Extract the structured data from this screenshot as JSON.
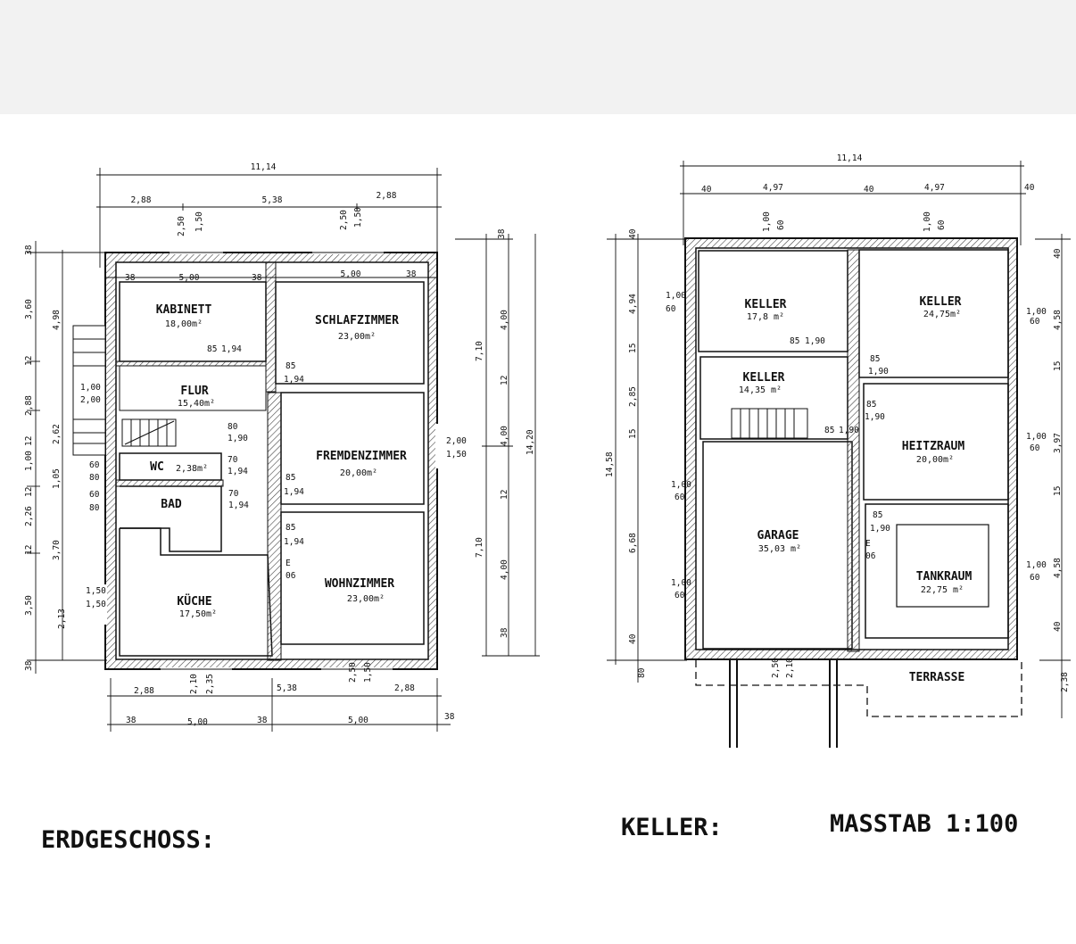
{
  "erdgeschoss": {
    "title": "ERDGESCHOSS:",
    "rooms": {
      "kabinett": {
        "name": "KABINETT",
        "area": "18,00m²"
      },
      "schlafzimmer": {
        "name": "SCHLAFZIMMER",
        "area": "23,00m²"
      },
      "flur": {
        "name": "FLUR",
        "area": "15,40m²"
      },
      "fremdenzimmer": {
        "name": "FREMDENZIMMER",
        "area": "20,00m²"
      },
      "wc": {
        "name": "WC",
        "area": "2,38m²"
      },
      "bad": {
        "name": "BAD",
        "area": ""
      },
      "kueche": {
        "name": "KÜCHE",
        "area": "17,50m²"
      },
      "wohnzimmer": {
        "name": "WOHNZIMMER",
        "area": "23,00m²"
      }
    },
    "dims": {
      "total_width": "11,14",
      "top_a": "2,88",
      "top_b": "5,38",
      "top_c": "2,88",
      "win_kab_a": "2,50",
      "win_kab_b": "1,50",
      "win_sch_a": "2,50",
      "win_sch_b": "1,50",
      "int_38a": "38",
      "int_500a": "5,00",
      "int_38b": "38",
      "int_500b": "5,00",
      "int_38c": "38",
      "left_38": "38",
      "left_360": "3,60",
      "left_12a": "12",
      "left_288": "2,88",
      "left_12b": "12",
      "left_100": "1,00",
      "left_12c": "12",
      "left_226": "2,26",
      "left_12d": "12",
      "left_350": "3,50",
      "left_38b": "38",
      "left_498": "4,98",
      "left_262": "2,62",
      "left_105": "1,05",
      "left_370": "3,70",
      "left_213": "2,13",
      "flur_door_a": "1,00",
      "flur_door_b": "2,00",
      "door_kab_a": "85",
      "door_kab_b": "1,94",
      "door_sch_a": "85",
      "door_sch_b": "1,94",
      "door_flur_a": "80",
      "door_flur_b": "1,90",
      "door_wc_a": "70",
      "door_wc_b": "1,94",
      "door_fre_a": "85",
      "door_fre_b": "1,94",
      "door_bad_a": "70",
      "door_bad_b": "1,94",
      "door_woh_a": "85",
      "door_woh_b": "1,94",
      "win_wc_a": "60",
      "win_wc_b": "80",
      "win_bad_a": "60",
      "win_bad_b": "80",
      "win_kue_a": "1,50",
      "win_kue_b": "1,50",
      "win_fre_a": "2,00",
      "win_fre_b": "1,50",
      "e06": "E",
      "e06b": "06",
      "right_38a": "38",
      "right_400a": "4,00",
      "right_12a": "12",
      "right_400b": "4,00",
      "right_12b": "12",
      "right_400c": "4,00",
      "right_38b": "38",
      "right_710a": "7,10",
      "right_710b": "7,10",
      "right_1420": "14,20",
      "bot_288a": "2,88",
      "bot_538": "5,38",
      "bot_288b": "2,88",
      "bot_210": "2,10",
      "bot_235": "2,35",
      "bot_250": "2,50",
      "bot_150": "1,50",
      "bot2_38a": "38",
      "bot2_500a": "5,00",
      "bot2_38b": "38",
      "bot2_500b": "5,00",
      "bot2_38c": "38"
    }
  },
  "keller": {
    "title": "KELLER:",
    "scale": "MASSTAB 1:100",
    "rooms": {
      "keller1": {
        "name": "KELLER",
        "area": "17,8 m²"
      },
      "keller2": {
        "name": "KELLER",
        "area": "24,75m²"
      },
      "keller3": {
        "name": "KELLER",
        "area": "14,35 m²"
      },
      "heitzraum": {
        "name": "HEITZRAUM",
        "area": "20,00m²"
      },
      "garage": {
        "name": "GARAGE",
        "area": "35,03 m²"
      },
      "tankraum": {
        "name": "TANKRAUM",
        "area": "22,75 m²"
      },
      "terrasse": {
        "name": "TERRASSE",
        "area": ""
      }
    },
    "dims": {
      "total_width": "11,14",
      "top_40a": "40",
      "top_497a": "4,97",
      "top_40b": "40",
      "top_497b": "4,97",
      "top_40c": "40",
      "win_k1_a": "1,00",
      "win_k1_b": "60",
      "win_k2_a": "1,00",
      "win_k2_b": "60",
      "left_40": "40",
      "left_494": "4,94",
      "left_15a": "15",
      "left_285": "2,85",
      "left_15b": "15",
      "left_668": "6,68",
      "left_40b": "40",
      "left_80": "80",
      "left_1458": "14,58",
      "lwin_a1": "1,00",
      "lwin_a2": "60",
      "lwin_b1": "1,00",
      "lwin_b2": "60",
      "lwin_c1": "1,00",
      "lwin_c2": "60",
      "door_k3_a": "85",
      "door_k3_b": "1,90",
      "door_k2_a": "85",
      "door_k2_b": "1,90",
      "door_he_a": "85",
      "door_he_b": "1,90",
      "door_ga_a": "85",
      "door_ga_b": "1,90",
      "door_ta_a": "85",
      "door_ta_b": "1,90",
      "e06": "E",
      "e06b": "06",
      "right_40a": "40",
      "right_458a": "4,58",
      "right_15a": "15",
      "right_397": "3,97",
      "right_15b": "15",
      "right_458b": "4,58",
      "right_40b": "40",
      "right_238": "2,38",
      "rwin_a1": "1,00",
      "rwin_a2": "60",
      "rwin_b1": "1,00",
      "rwin_b2": "60",
      "rwin_c1": "1,00",
      "rwin_c2": "60",
      "gar_a": "2,50",
      "gar_b": "2,10"
    }
  }
}
